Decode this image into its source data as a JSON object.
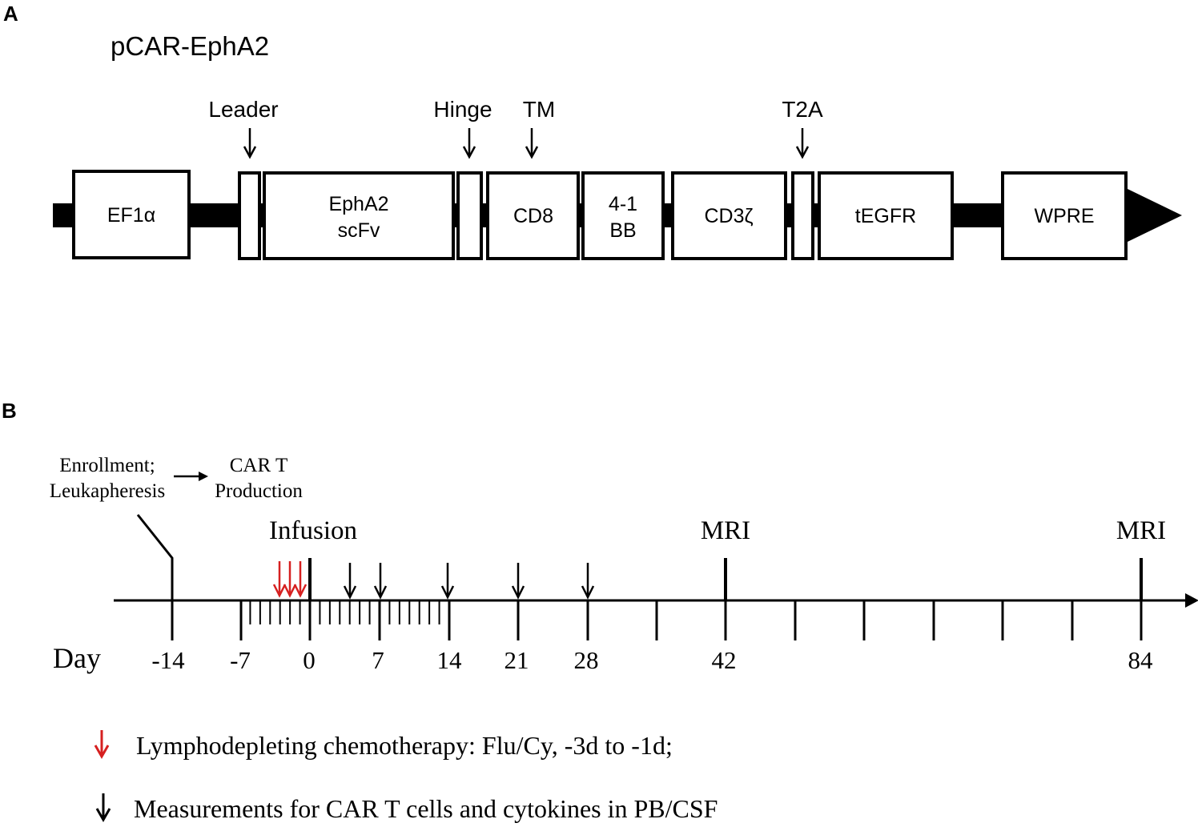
{
  "panel_a": {
    "label": "A",
    "title": "pCAR-EphA2",
    "segments": [
      {
        "line1": "EF1α",
        "line2": ""
      },
      {
        "line1": "",
        "line2": ""
      },
      {
        "line1": "EphA2",
        "line2": "scFv"
      },
      {
        "line1": "",
        "line2": ""
      },
      {
        "line1": "CD8",
        "line2": ""
      },
      {
        "line1": "4-1",
        "line2": "BB"
      },
      {
        "line1": "CD3ζ",
        "line2": ""
      },
      {
        "line1": "",
        "line2": ""
      },
      {
        "line1": "tEGFR",
        "line2": ""
      },
      {
        "line1": "WPRE",
        "line2": ""
      }
    ],
    "callouts": [
      "Leader",
      "Hinge",
      "TM",
      "T2A"
    ]
  },
  "panel_b": {
    "label": "B",
    "enrollment_line1": "Enrollment;",
    "enrollment_line2": "Leukapheresis",
    "production_line1": "CAR T",
    "production_line2": "Production",
    "infusion_label": "Infusion",
    "mri_labels": [
      "MRI",
      "MRI"
    ],
    "day_label": "Day",
    "day_ticks": [
      "-14",
      "-7",
      "0",
      "7",
      "14",
      "21",
      "28",
      "42",
      "84"
    ],
    "legend": [
      {
        "text": "Lymphodepleting chemotherapy: Flu/Cy, -3d to -1d;",
        "color": "#d62020"
      },
      {
        "text": "Measurements for CAR T cells and cytokines in PB/CSF",
        "color": "#000000"
      }
    ]
  }
}
